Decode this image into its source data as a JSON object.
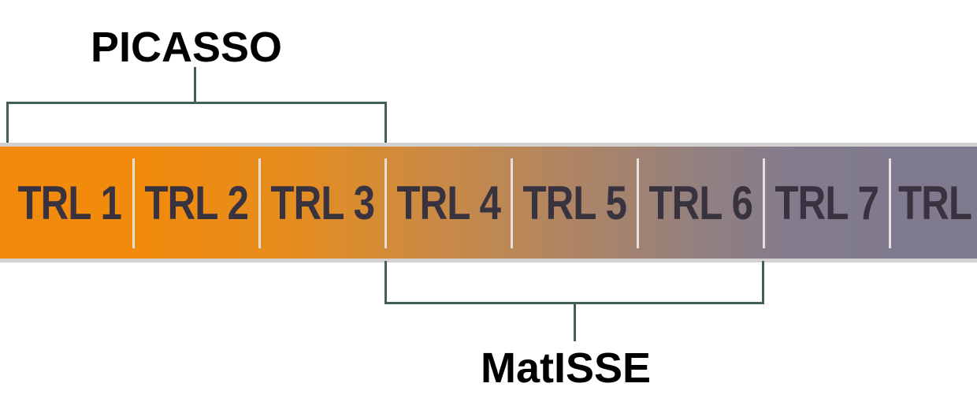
{
  "diagram": {
    "title_top": "PICASSO",
    "title_bottom": "MatISSE",
    "levels": [
      {
        "label": "TRL 1"
      },
      {
        "label": "TRL 2"
      },
      {
        "label": "TRL 3"
      },
      {
        "label": "TRL 4"
      },
      {
        "label": "TRL 5"
      },
      {
        "label": "TRL 6"
      },
      {
        "label": "TRL 7"
      },
      {
        "label": "TRL"
      }
    ],
    "brackets": {
      "picasso_range": "TRL 1 – TRL 3",
      "matisse_range": "TRL 4 – TRL 6"
    },
    "colors": {
      "start": "#f28a0c",
      "end": "#7f7a8e",
      "text": "#38333f",
      "bracket": "#3f5f58"
    }
  }
}
